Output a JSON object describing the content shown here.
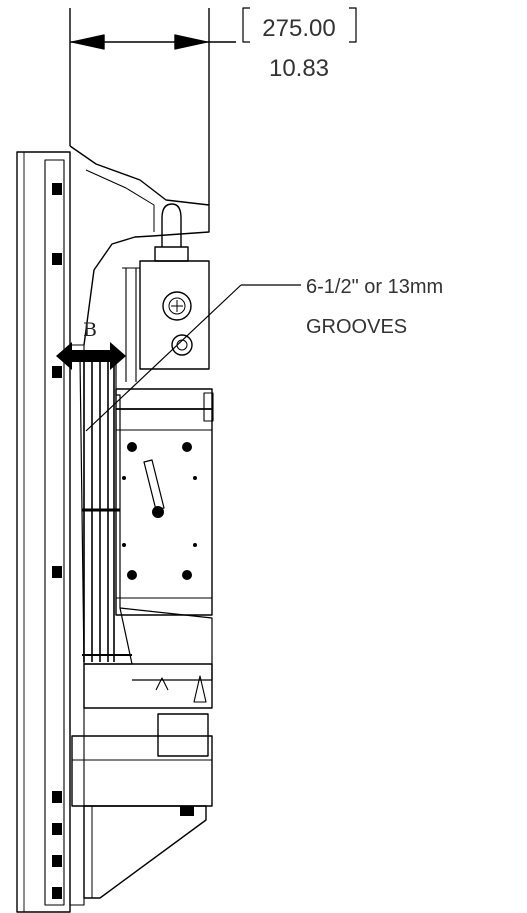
{
  "dimension": {
    "metric": "275.00",
    "imperial": "10.83"
  },
  "callout": {
    "line1": "6-1/2\" or 13mm",
    "line2": "GROOVES"
  },
  "detail_marker": {
    "label": "B"
  },
  "colors": {
    "line": "#000000",
    "text": "#333333",
    "background": "#ffffff"
  }
}
